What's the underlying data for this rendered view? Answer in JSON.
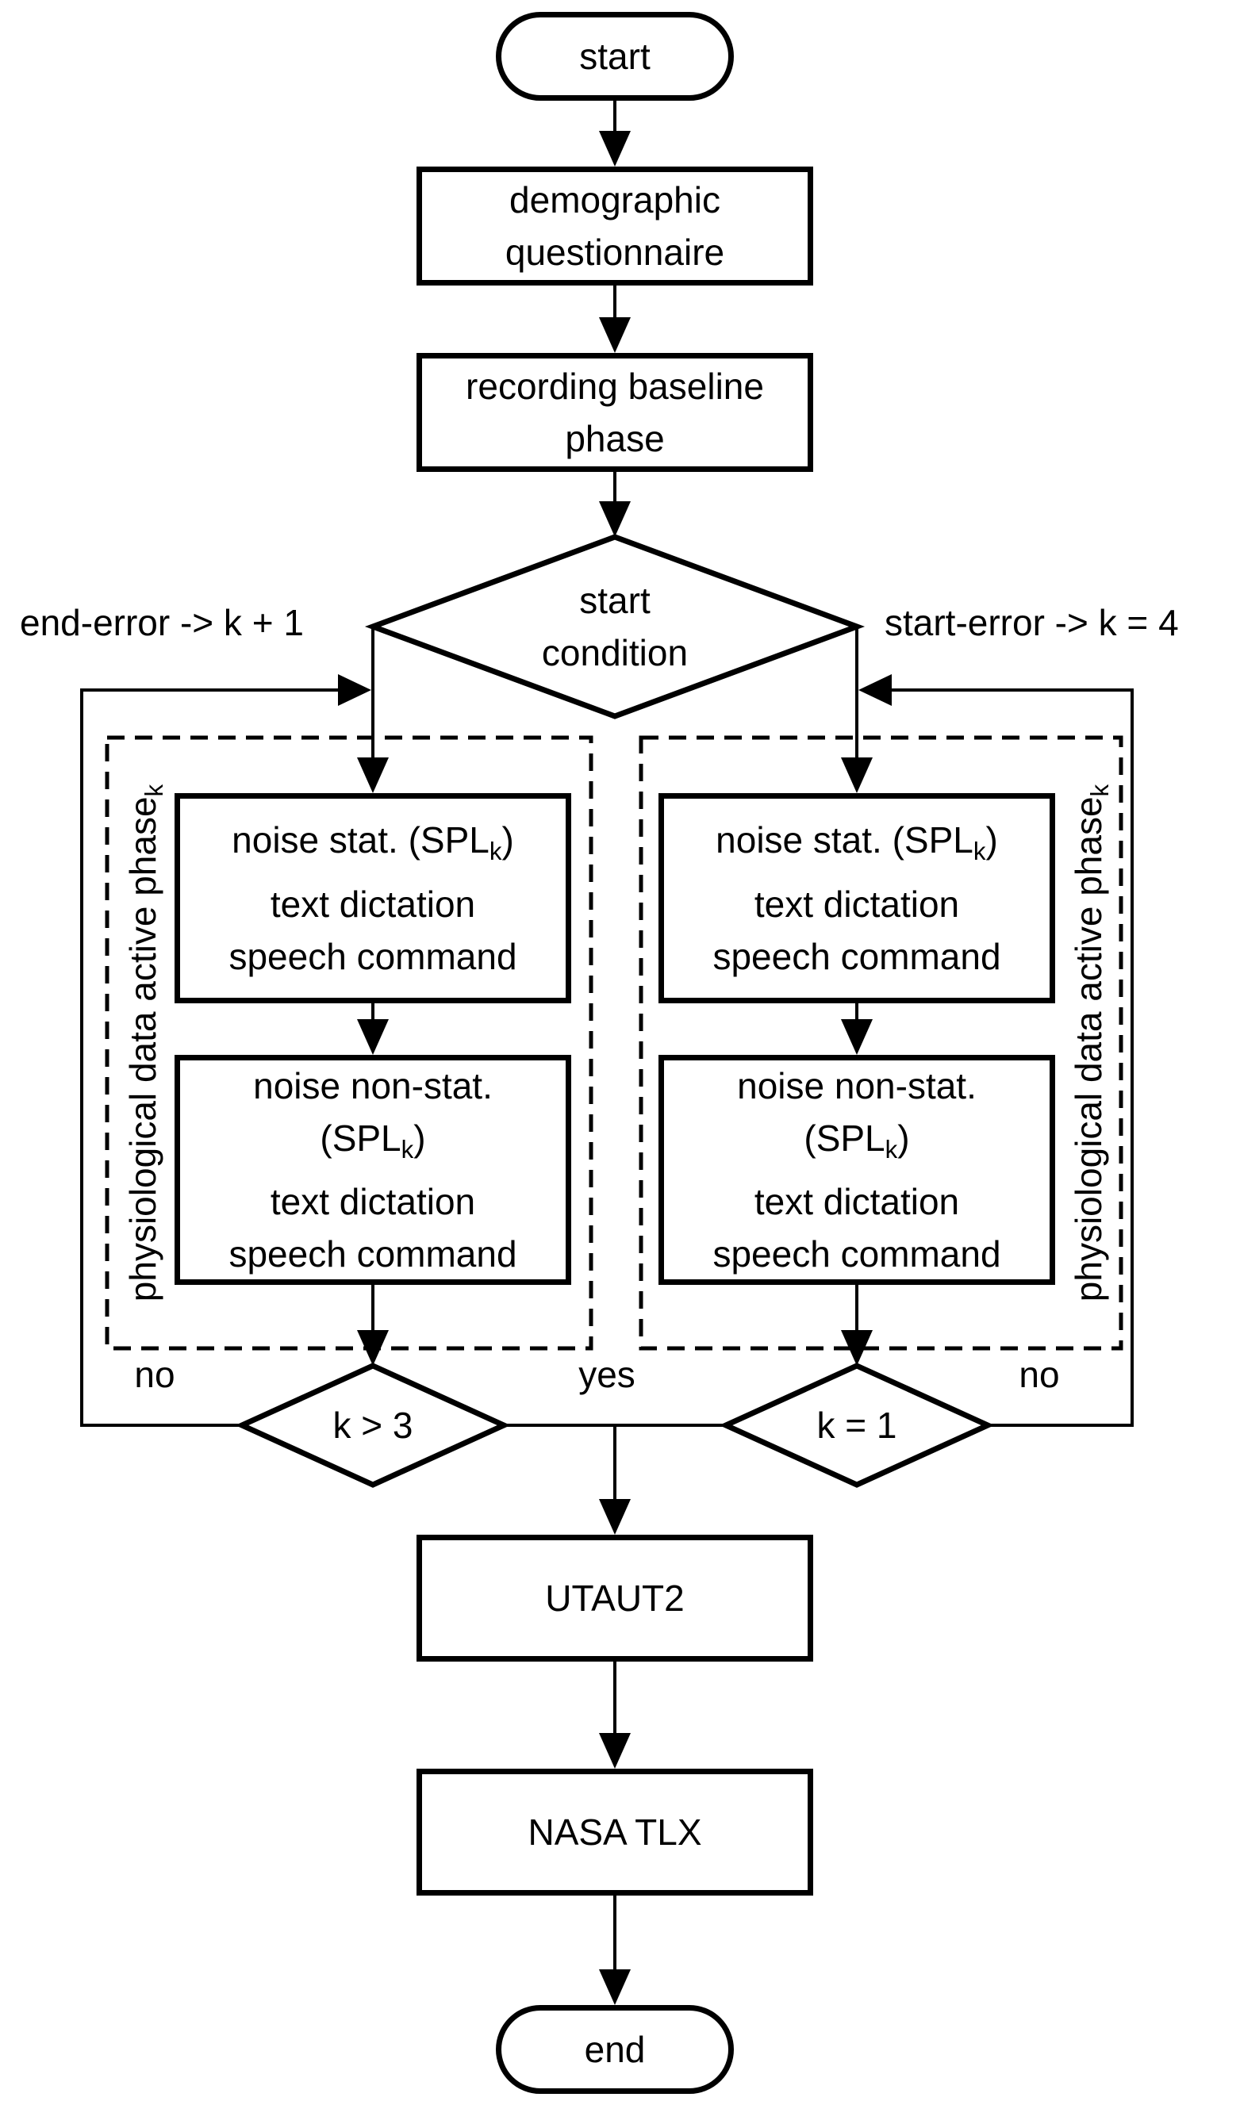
{
  "diagram": {
    "start": "start",
    "demographic": [
      "demographic",
      "questionnaire"
    ],
    "recording": [
      "recording baseline",
      "phase"
    ],
    "start_condition": [
      "start",
      "condition"
    ],
    "end_error_label": "end-error -> k + 1",
    "start_error_label": "start-error -> k = 4",
    "yes_label": "yes",
    "utaut2": "UTAUT2",
    "nasa_tlx": "NASA TLX",
    "end": "end",
    "line_color": "#000000",
    "background_color": "#ffffff",
    "left": {
      "phase_label": "physiological data active phase",
      "phase_label_sub": "k",
      "box1": {
        "l1_pre": "noise stat. (SPL",
        "l1_sub": "k",
        "l1_post": ")",
        "l2": "text dictation",
        "l3": "speech command"
      },
      "box2": {
        "l1": "noise non-stat.",
        "l2_pre": "(SPL",
        "l2_sub": "k",
        "l2_post": ")",
        "l3": "text dictation",
        "l4": "speech command"
      },
      "decision": "k > 3",
      "no_label": "no"
    },
    "right": {
      "phase_label": "physiological data active phase",
      "phase_label_sub": "k",
      "box1": {
        "l1_pre": "noise stat. (SPL",
        "l1_sub": "k",
        "l1_post": ")",
        "l2": "text dictation",
        "l3": "speech command"
      },
      "box2": {
        "l1": "noise non-stat.",
        "l2_pre": "(SPL",
        "l2_sub": "k",
        "l2_post": ")",
        "l3": "text dictation",
        "l4": "speech command"
      },
      "decision": "k = 1",
      "no_label": "no"
    }
  }
}
